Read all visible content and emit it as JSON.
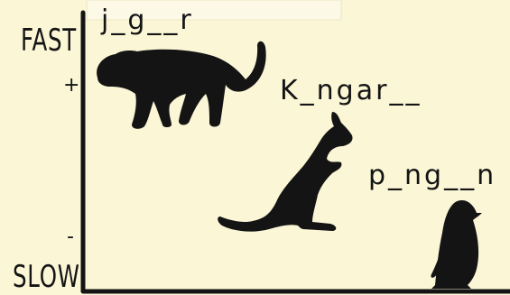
{
  "axis": {
    "top_label": "FAST",
    "top_sign": "+",
    "bottom_label": "SLOW",
    "bottom_sign": "-"
  },
  "animals": [
    {
      "label": "j_g__r",
      "icon": "jaguar-silhouette-icon"
    },
    {
      "label": "K_ngar__",
      "icon": "kangaroo-silhouette-icon"
    },
    {
      "label": "p_ng__n",
      "icon": "penguin-silhouette-icon"
    }
  ],
  "colors": {
    "background": "#faf6d6",
    "ink": "#141414"
  }
}
